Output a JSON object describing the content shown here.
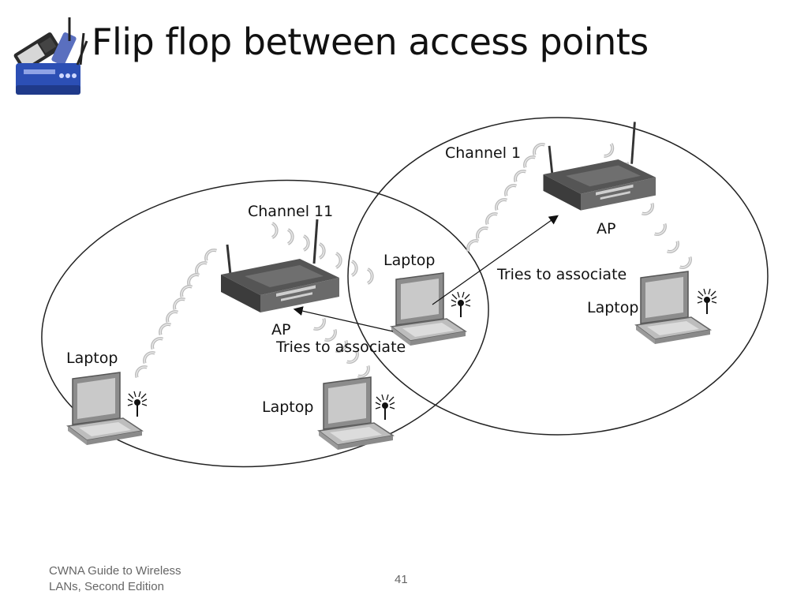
{
  "slide": {
    "title": "Flip flop between access points",
    "logo_icon": "wireless-router-logo-icon",
    "footer": {
      "source_line1": "CWNA Guide to Wireless",
      "source_line2": "LANs, Second Edition",
      "page_number": "41"
    }
  },
  "diagram": {
    "cell_left": {
      "channel_label": "Channel 11",
      "ap_label": "AP",
      "associate_label": "Tries to associate"
    },
    "cell_right": {
      "channel_label": "Channel 1",
      "ap_label": "AP",
      "associate_label": "Tries to associate"
    },
    "laptops": {
      "left": "Laptop",
      "bottom_center": "Laptop",
      "middle_roaming": "Laptop",
      "right": "Laptop"
    },
    "icons": [
      "access-point-icon",
      "laptop-icon",
      "antenna-signal-icon",
      "signal-wave-icon",
      "arrow-icon"
    ]
  }
}
